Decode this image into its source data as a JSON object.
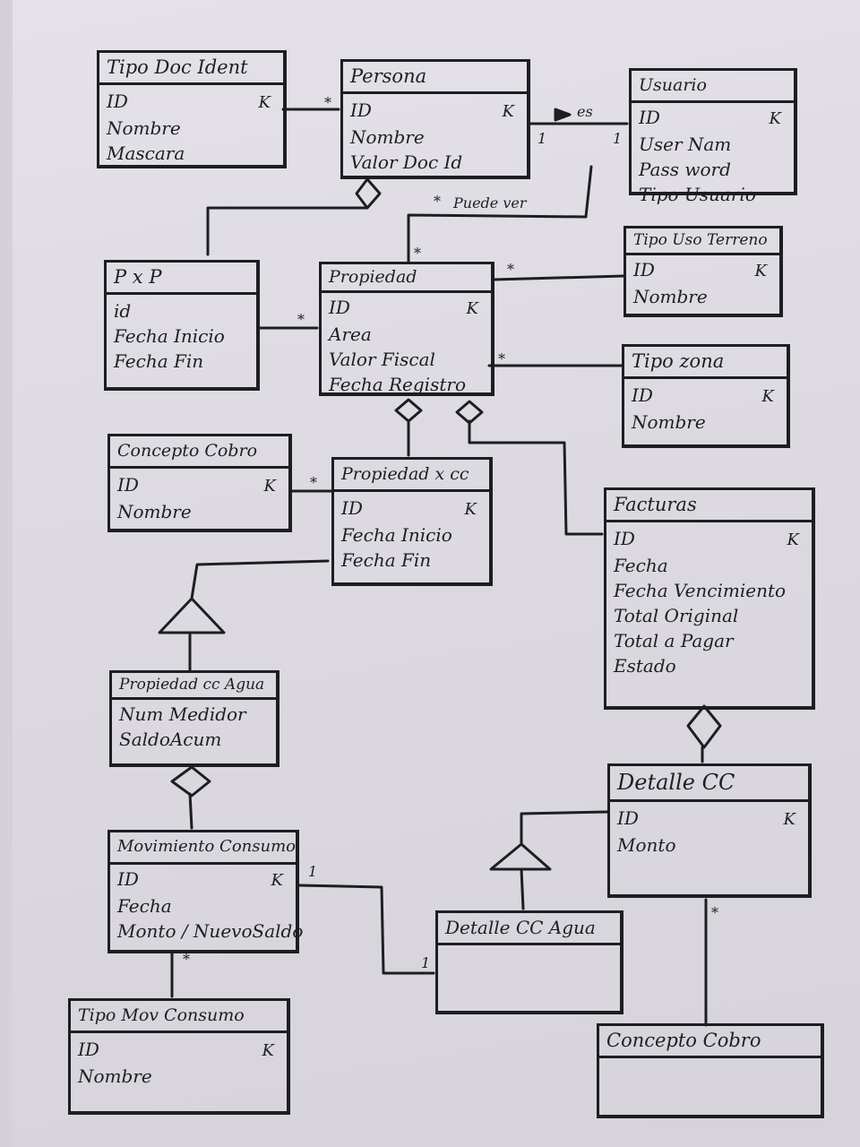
{
  "entities": {
    "tipo_doc_ident": {
      "title": "Tipo Doc Ident",
      "attrs": [
        {
          "name": "ID",
          "key": "K"
        },
        {
          "name": "Nombre"
        },
        {
          "name": "Mascara"
        }
      ]
    },
    "persona": {
      "title": "Persona",
      "attrs": [
        {
          "name": "ID",
          "key": "K"
        },
        {
          "name": "Nombre"
        },
        {
          "name": "Valor Doc Id"
        }
      ]
    },
    "usuario": {
      "title": "Usuario",
      "attrs": [
        {
          "name": "ID",
          "key": "K"
        },
        {
          "name": "User Nam"
        },
        {
          "name": "Pass word"
        },
        {
          "name": "Tipo Usuario"
        }
      ]
    },
    "pxp": {
      "title": "P x P",
      "attrs": [
        {
          "name": "id"
        },
        {
          "name": "Fecha Inicio"
        },
        {
          "name": "Fecha Fin"
        }
      ]
    },
    "propiedad": {
      "title": "Propiedad",
      "attrs": [
        {
          "name": "ID",
          "key": "K"
        },
        {
          "name": "Area"
        },
        {
          "name": "Valor Fiscal"
        },
        {
          "name": "Fecha Registro"
        }
      ]
    },
    "tipo_uso_terreno": {
      "title": "Tipo Uso Terreno",
      "attrs": [
        {
          "name": "ID",
          "key": "K"
        },
        {
          "name": "Nombre"
        }
      ]
    },
    "tipo_zona": {
      "title": "Tipo zona",
      "attrs": [
        {
          "name": "ID",
          "key": "K"
        },
        {
          "name": "Nombre"
        }
      ]
    },
    "concepto_cobro_1": {
      "title": "Concepto Cobro",
      "attrs": [
        {
          "name": "ID",
          "key": "K"
        },
        {
          "name": "Nombre"
        }
      ]
    },
    "propiedad_x_cc": {
      "title": "Propiedad x cc",
      "attrs": [
        {
          "name": "ID",
          "key": "K"
        },
        {
          "name": "Fecha Inicio"
        },
        {
          "name": "Fecha Fin"
        }
      ]
    },
    "facturas": {
      "title": "Facturas",
      "attrs": [
        {
          "name": "ID",
          "key": "K"
        },
        {
          "name": "Fecha"
        },
        {
          "name": "Fecha Vencimiento"
        },
        {
          "name": "Total Original"
        },
        {
          "name": "Total a Pagar"
        },
        {
          "name": "Estado"
        }
      ]
    },
    "propiedad_cc_agua": {
      "title": "Propiedad cc Agua",
      "attrs": [
        {
          "name": "Num Medidor"
        },
        {
          "name": "SaldoAcum"
        }
      ]
    },
    "detalle_cc": {
      "title": "Detalle CC",
      "attrs": [
        {
          "name": "ID",
          "key": "K"
        },
        {
          "name": "Monto"
        }
      ]
    },
    "movimiento_consumo": {
      "title": "Movimiento Consumo",
      "attrs": [
        {
          "name": "ID",
          "key": "K"
        },
        {
          "name": "Fecha"
        },
        {
          "name": "Monto / NuevoSaldo"
        }
      ]
    },
    "detalle_cc_agua": {
      "title": "Detalle CC Agua",
      "attrs": []
    },
    "tipo_mov_consumo": {
      "title": "Tipo Mov Consumo",
      "attrs": [
        {
          "name": "ID",
          "key": "K"
        },
        {
          "name": "Nombre"
        }
      ]
    },
    "concepto_cobro_2": {
      "title": "Concepto Cobro",
      "attrs": []
    }
  },
  "labels": {
    "es": "es",
    "puede_ver": "Puede ver",
    "one": "1",
    "many": "*"
  }
}
